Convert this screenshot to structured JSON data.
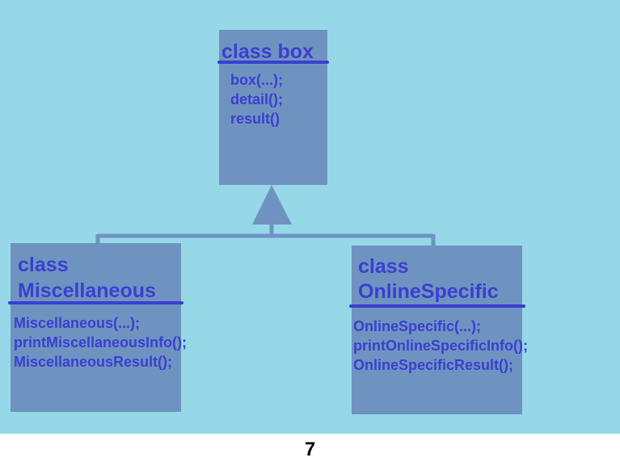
{
  "colors": {
    "background": "#96d7e8",
    "box_fill": "#6f93c1",
    "text": "#3a3fd0",
    "connector": "#6f93c1"
  },
  "diagram": {
    "parent": {
      "title": "class box",
      "methods": [
        "box(...);",
        "detail();",
        "result()"
      ]
    },
    "children": [
      {
        "title_line1": "class",
        "title_line2": "Miscellaneous",
        "methods": [
          "Miscellaneous(...);",
          "printMiscellaneousInfo();",
          "MiscellaneousResult();"
        ]
      },
      {
        "title_line1": "class",
        "title_line2": "OnlineSpecific",
        "methods": [
          "OnlineSpecific(...);",
          "printOnlineSpecificInfo();",
          "OnlineSpecificResult();"
        ]
      }
    ]
  },
  "page_number": "7"
}
